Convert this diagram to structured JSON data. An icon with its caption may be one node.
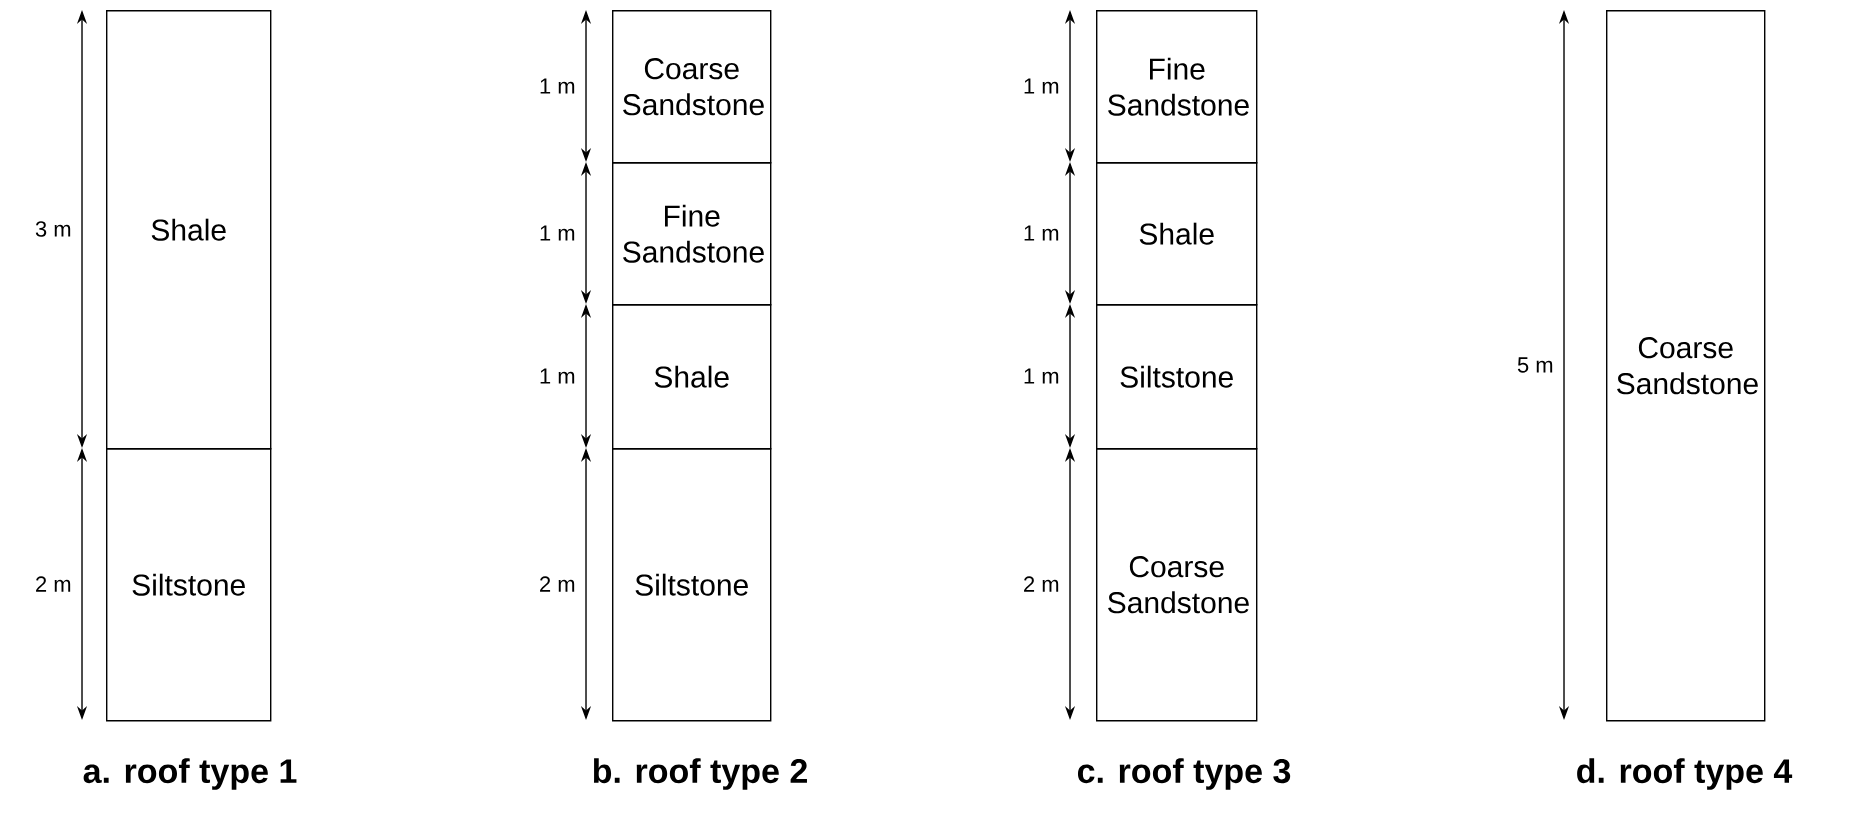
{
  "diagram": {
    "nodes": [
      {
        "text": [
          "Shale"
        ]
      },
      {
        "text": [
          "Siltstone"
        ]
      },
      {
        "text": [
          "Coarse Sandstone"
        ]
      },
      {
        "text": [
          "Fine Sandstone"
        ]
      },
      {
        "text": [
          "Shale"
        ]
      },
      {
        "text": [
          "Siltstone"
        ]
      },
      {
        "text": [
          "Fine Sandstone"
        ]
      },
      {
        "text": [
          "Shale"
        ]
      },
      {
        "text": [
          "Siltstone"
        ]
      },
      {
        "text": [
          "Coarse Sandstone"
        ]
      },
      {
        "text": [
          "Coarse Sandstone"
        ]
      }
    ],
    "labels": [
      "3 m",
      "2 m",
      "a. roof type 1",
      "1 m",
      "1 m",
      "1 m",
      "2 m",
      "b. roof type 2",
      "1 m",
      "1 m",
      "1 m",
      "2 m",
      "c. roof type 3",
      "5 m",
      "d. roof type 4"
    ]
  }
}
